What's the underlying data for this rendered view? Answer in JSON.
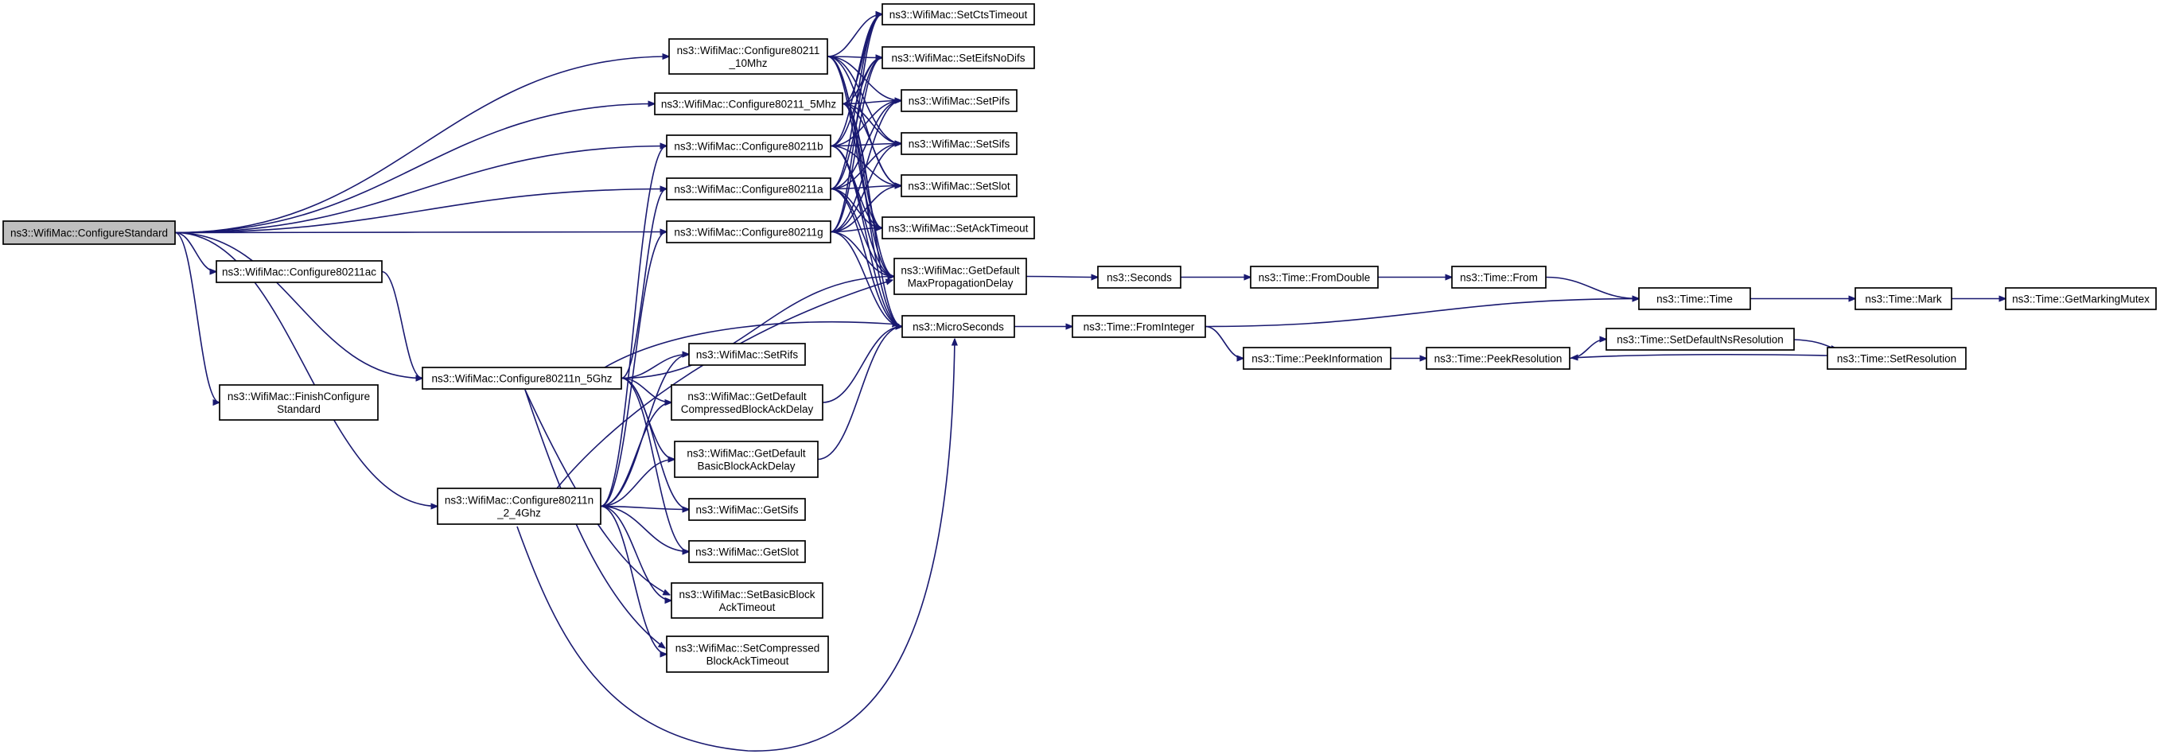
{
  "graph": {
    "nodes": [
      {
        "id": "configureStandard",
        "lines": [
          "ns3::WifiMac::ConfigureStandard"
        ],
        "current": true
      },
      {
        "id": "configure80211_10mhz",
        "lines": [
          "ns3::WifiMac::Configure80211",
          "_10Mhz"
        ]
      },
      {
        "id": "configure80211_5mhz",
        "lines": [
          "ns3::WifiMac::Configure80211_5Mhz"
        ]
      },
      {
        "id": "configure80211b",
        "lines": [
          "ns3::WifiMac::Configure80211b"
        ]
      },
      {
        "id": "configure80211a",
        "lines": [
          "ns3::WifiMac::Configure80211a"
        ]
      },
      {
        "id": "configure80211g",
        "lines": [
          "ns3::WifiMac::Configure80211g"
        ]
      },
      {
        "id": "configure80211ac",
        "lines": [
          "ns3::WifiMac::Configure80211ac"
        ]
      },
      {
        "id": "configure80211n_5ghz",
        "lines": [
          "ns3::WifiMac::Configure80211n_5Ghz"
        ]
      },
      {
        "id": "finishConfigureStandard",
        "lines": [
          "ns3::WifiMac::FinishConfigure",
          "Standard"
        ]
      },
      {
        "id": "configure80211n_2_4ghz",
        "lines": [
          "ns3::WifiMac::Configure80211n",
          "_2_4Ghz"
        ]
      },
      {
        "id": "setCtsTimeout",
        "lines": [
          "ns3::WifiMac::SetCtsTimeout"
        ]
      },
      {
        "id": "setEifsNoDifs",
        "lines": [
          "ns3::WifiMac::SetEifsNoDifs"
        ]
      },
      {
        "id": "setPifs",
        "lines": [
          "ns3::WifiMac::SetPifs"
        ]
      },
      {
        "id": "setSifs",
        "lines": [
          "ns3::WifiMac::SetSifs"
        ]
      },
      {
        "id": "setSlot",
        "lines": [
          "ns3::WifiMac::SetSlot"
        ]
      },
      {
        "id": "setAckTimeout",
        "lines": [
          "ns3::WifiMac::SetAckTimeout"
        ]
      },
      {
        "id": "getDefaultMaxPropagationDelay",
        "lines": [
          "ns3::WifiMac::GetDefault",
          "MaxPropagationDelay"
        ]
      },
      {
        "id": "microSeconds",
        "lines": [
          "ns3::MicroSeconds"
        ]
      },
      {
        "id": "setRifs",
        "lines": [
          "ns3::WifiMac::SetRifs"
        ]
      },
      {
        "id": "getDefaultCompressedBlockAckDelay",
        "lines": [
          "ns3::WifiMac::GetDefault",
          "CompressedBlockAckDelay"
        ]
      },
      {
        "id": "getDefaultBasicBlockAckDelay",
        "lines": [
          "ns3::WifiMac::GetDefault",
          "BasicBlockAckDelay"
        ]
      },
      {
        "id": "getSifs",
        "lines": [
          "ns3::WifiMac::GetSifs"
        ]
      },
      {
        "id": "getSlot",
        "lines": [
          "ns3::WifiMac::GetSlot"
        ]
      },
      {
        "id": "setBasicBlockAckTimeout",
        "lines": [
          "ns3::WifiMac::SetBasicBlock",
          "AckTimeout"
        ]
      },
      {
        "id": "setCompressedBlockAckTimeout",
        "lines": [
          "ns3::WifiMac::SetCompressed",
          "BlockAckTimeout"
        ]
      },
      {
        "id": "seconds",
        "lines": [
          "ns3::Seconds"
        ]
      },
      {
        "id": "timeFromDouble",
        "lines": [
          "ns3::Time::FromDouble"
        ]
      },
      {
        "id": "timeFrom",
        "lines": [
          "ns3::Time::From"
        ]
      },
      {
        "id": "timeTime",
        "lines": [
          "ns3::Time::Time"
        ]
      },
      {
        "id": "timeMark",
        "lines": [
          "ns3::Time::Mark"
        ]
      },
      {
        "id": "timeGetMarkingMutex",
        "lines": [
          "ns3::Time::GetMarkingMutex"
        ]
      },
      {
        "id": "timeFromInteger",
        "lines": [
          "ns3::Time::FromInteger"
        ]
      },
      {
        "id": "timePeekInformation",
        "lines": [
          "ns3::Time::PeekInformation"
        ]
      },
      {
        "id": "timePeekResolution",
        "lines": [
          "ns3::Time::PeekResolution"
        ]
      },
      {
        "id": "timeSetDefaultNsResolution",
        "lines": [
          "ns3::Time::SetDefaultNsResolution"
        ]
      },
      {
        "id": "timeSetResolution",
        "lines": [
          "ns3::Time::SetResolution"
        ]
      }
    ],
    "edges": [
      [
        "configureStandard",
        "configure80211_10mhz"
      ],
      [
        "configureStandard",
        "configure80211_5mhz"
      ],
      [
        "configureStandard",
        "configure80211b"
      ],
      [
        "configureStandard",
        "configure80211a"
      ],
      [
        "configureStandard",
        "configure80211g"
      ],
      [
        "configureStandard",
        "configure80211ac"
      ],
      [
        "configureStandard",
        "configure80211n_5ghz"
      ],
      [
        "configureStandard",
        "finishConfigureStandard"
      ],
      [
        "configureStandard",
        "configure80211n_2_4ghz"
      ],
      [
        "configure80211_10mhz",
        "setCtsTimeout"
      ],
      [
        "configure80211_10mhz",
        "setEifsNoDifs"
      ],
      [
        "configure80211_10mhz",
        "setPifs"
      ],
      [
        "configure80211_10mhz",
        "setSifs"
      ],
      [
        "configure80211_10mhz",
        "setSlot"
      ],
      [
        "configure80211_10mhz",
        "setAckTimeout"
      ],
      [
        "configure80211_10mhz",
        "getDefaultMaxPropagationDelay"
      ],
      [
        "configure80211_10mhz",
        "microSeconds"
      ],
      [
        "configure80211_5mhz",
        "setCtsTimeout"
      ],
      [
        "configure80211_5mhz",
        "setEifsNoDifs"
      ],
      [
        "configure80211_5mhz",
        "setPifs"
      ],
      [
        "configure80211_5mhz",
        "setSifs"
      ],
      [
        "configure80211_5mhz",
        "setSlot"
      ],
      [
        "configure80211_5mhz",
        "setAckTimeout"
      ],
      [
        "configure80211_5mhz",
        "getDefaultMaxPropagationDelay"
      ],
      [
        "configure80211_5mhz",
        "microSeconds"
      ],
      [
        "configure80211b",
        "setCtsTimeout"
      ],
      [
        "configure80211b",
        "setEifsNoDifs"
      ],
      [
        "configure80211b",
        "setPifs"
      ],
      [
        "configure80211b",
        "setSifs"
      ],
      [
        "configure80211b",
        "setSlot"
      ],
      [
        "configure80211b",
        "setAckTimeout"
      ],
      [
        "configure80211b",
        "getDefaultMaxPropagationDelay"
      ],
      [
        "configure80211b",
        "microSeconds"
      ],
      [
        "configure80211a",
        "setCtsTimeout"
      ],
      [
        "configure80211a",
        "setEifsNoDifs"
      ],
      [
        "configure80211a",
        "setPifs"
      ],
      [
        "configure80211a",
        "setSifs"
      ],
      [
        "configure80211a",
        "setSlot"
      ],
      [
        "configure80211a",
        "setAckTimeout"
      ],
      [
        "configure80211a",
        "getDefaultMaxPropagationDelay"
      ],
      [
        "configure80211a",
        "microSeconds"
      ],
      [
        "configure80211g",
        "setCtsTimeout"
      ],
      [
        "configure80211g",
        "setEifsNoDifs"
      ],
      [
        "configure80211g",
        "setPifs"
      ],
      [
        "configure80211g",
        "setSifs"
      ],
      [
        "configure80211g",
        "setSlot"
      ],
      [
        "configure80211g",
        "setAckTimeout"
      ],
      [
        "configure80211g",
        "getDefaultMaxPropagationDelay"
      ],
      [
        "configure80211g",
        "microSeconds"
      ],
      [
        "configure80211ac",
        "configure80211n_5ghz"
      ],
      [
        "configure80211n_5ghz",
        "configure80211a"
      ],
      [
        "configure80211n_5ghz",
        "getDefaultMaxPropagationDelay"
      ],
      [
        "configure80211n_5ghz",
        "microSeconds"
      ],
      [
        "configure80211n_5ghz",
        "setRifs"
      ],
      [
        "configure80211n_5ghz",
        "getDefaultCompressedBlockAckDelay"
      ],
      [
        "configure80211n_5ghz",
        "getDefaultBasicBlockAckDelay"
      ],
      [
        "configure80211n_5ghz",
        "getSifs"
      ],
      [
        "configure80211n_5ghz",
        "getSlot"
      ],
      [
        "configure80211n_5ghz",
        "setBasicBlockAckTimeout"
      ],
      [
        "configure80211n_5ghz",
        "setCompressedBlockAckTimeout"
      ],
      [
        "configure80211n_2_4ghz",
        "configure80211g"
      ],
      [
        "configure80211n_2_4ghz",
        "configure80211b"
      ],
      [
        "configure80211n_2_4ghz",
        "getDefaultMaxPropagationDelay"
      ],
      [
        "configure80211n_2_4ghz",
        "microSeconds"
      ],
      [
        "configure80211n_2_4ghz",
        "setRifs"
      ],
      [
        "configure80211n_2_4ghz",
        "getDefaultCompressedBlockAckDelay"
      ],
      [
        "configure80211n_2_4ghz",
        "getDefaultBasicBlockAckDelay"
      ],
      [
        "configure80211n_2_4ghz",
        "getSifs"
      ],
      [
        "configure80211n_2_4ghz",
        "getSlot"
      ],
      [
        "configure80211n_2_4ghz",
        "setBasicBlockAckTimeout"
      ],
      [
        "configure80211n_2_4ghz",
        "setCompressedBlockAckTimeout"
      ],
      [
        "getDefaultMaxPropagationDelay",
        "seconds"
      ],
      [
        "getDefaultCompressedBlockAckDelay",
        "microSeconds"
      ],
      [
        "getDefaultBasicBlockAckDelay",
        "microSeconds"
      ],
      [
        "microSeconds",
        "timeFromInteger"
      ],
      [
        "seconds",
        "timeFromDouble"
      ],
      [
        "timeFromDouble",
        "timeFrom"
      ],
      [
        "timeFrom",
        "timeTime"
      ],
      [
        "timeFromInteger",
        "timeTime"
      ],
      [
        "timeFromInteger",
        "timePeekInformation"
      ],
      [
        "timeTime",
        "timeMark"
      ],
      [
        "timeMark",
        "timeGetMarkingMutex"
      ],
      [
        "timePeekInformation",
        "timePeekResolution"
      ],
      [
        "timePeekResolution",
        "timeSetDefaultNsResolution"
      ],
      [
        "timeSetDefaultNsResolution",
        "timeSetResolution"
      ],
      [
        "timeSetResolution",
        "timePeekResolution"
      ]
    ],
    "colors": {
      "edge": "#191970",
      "node_border": "#000000",
      "node_fill": "#ffffff",
      "current_fill": "#bfbfbf"
    }
  }
}
